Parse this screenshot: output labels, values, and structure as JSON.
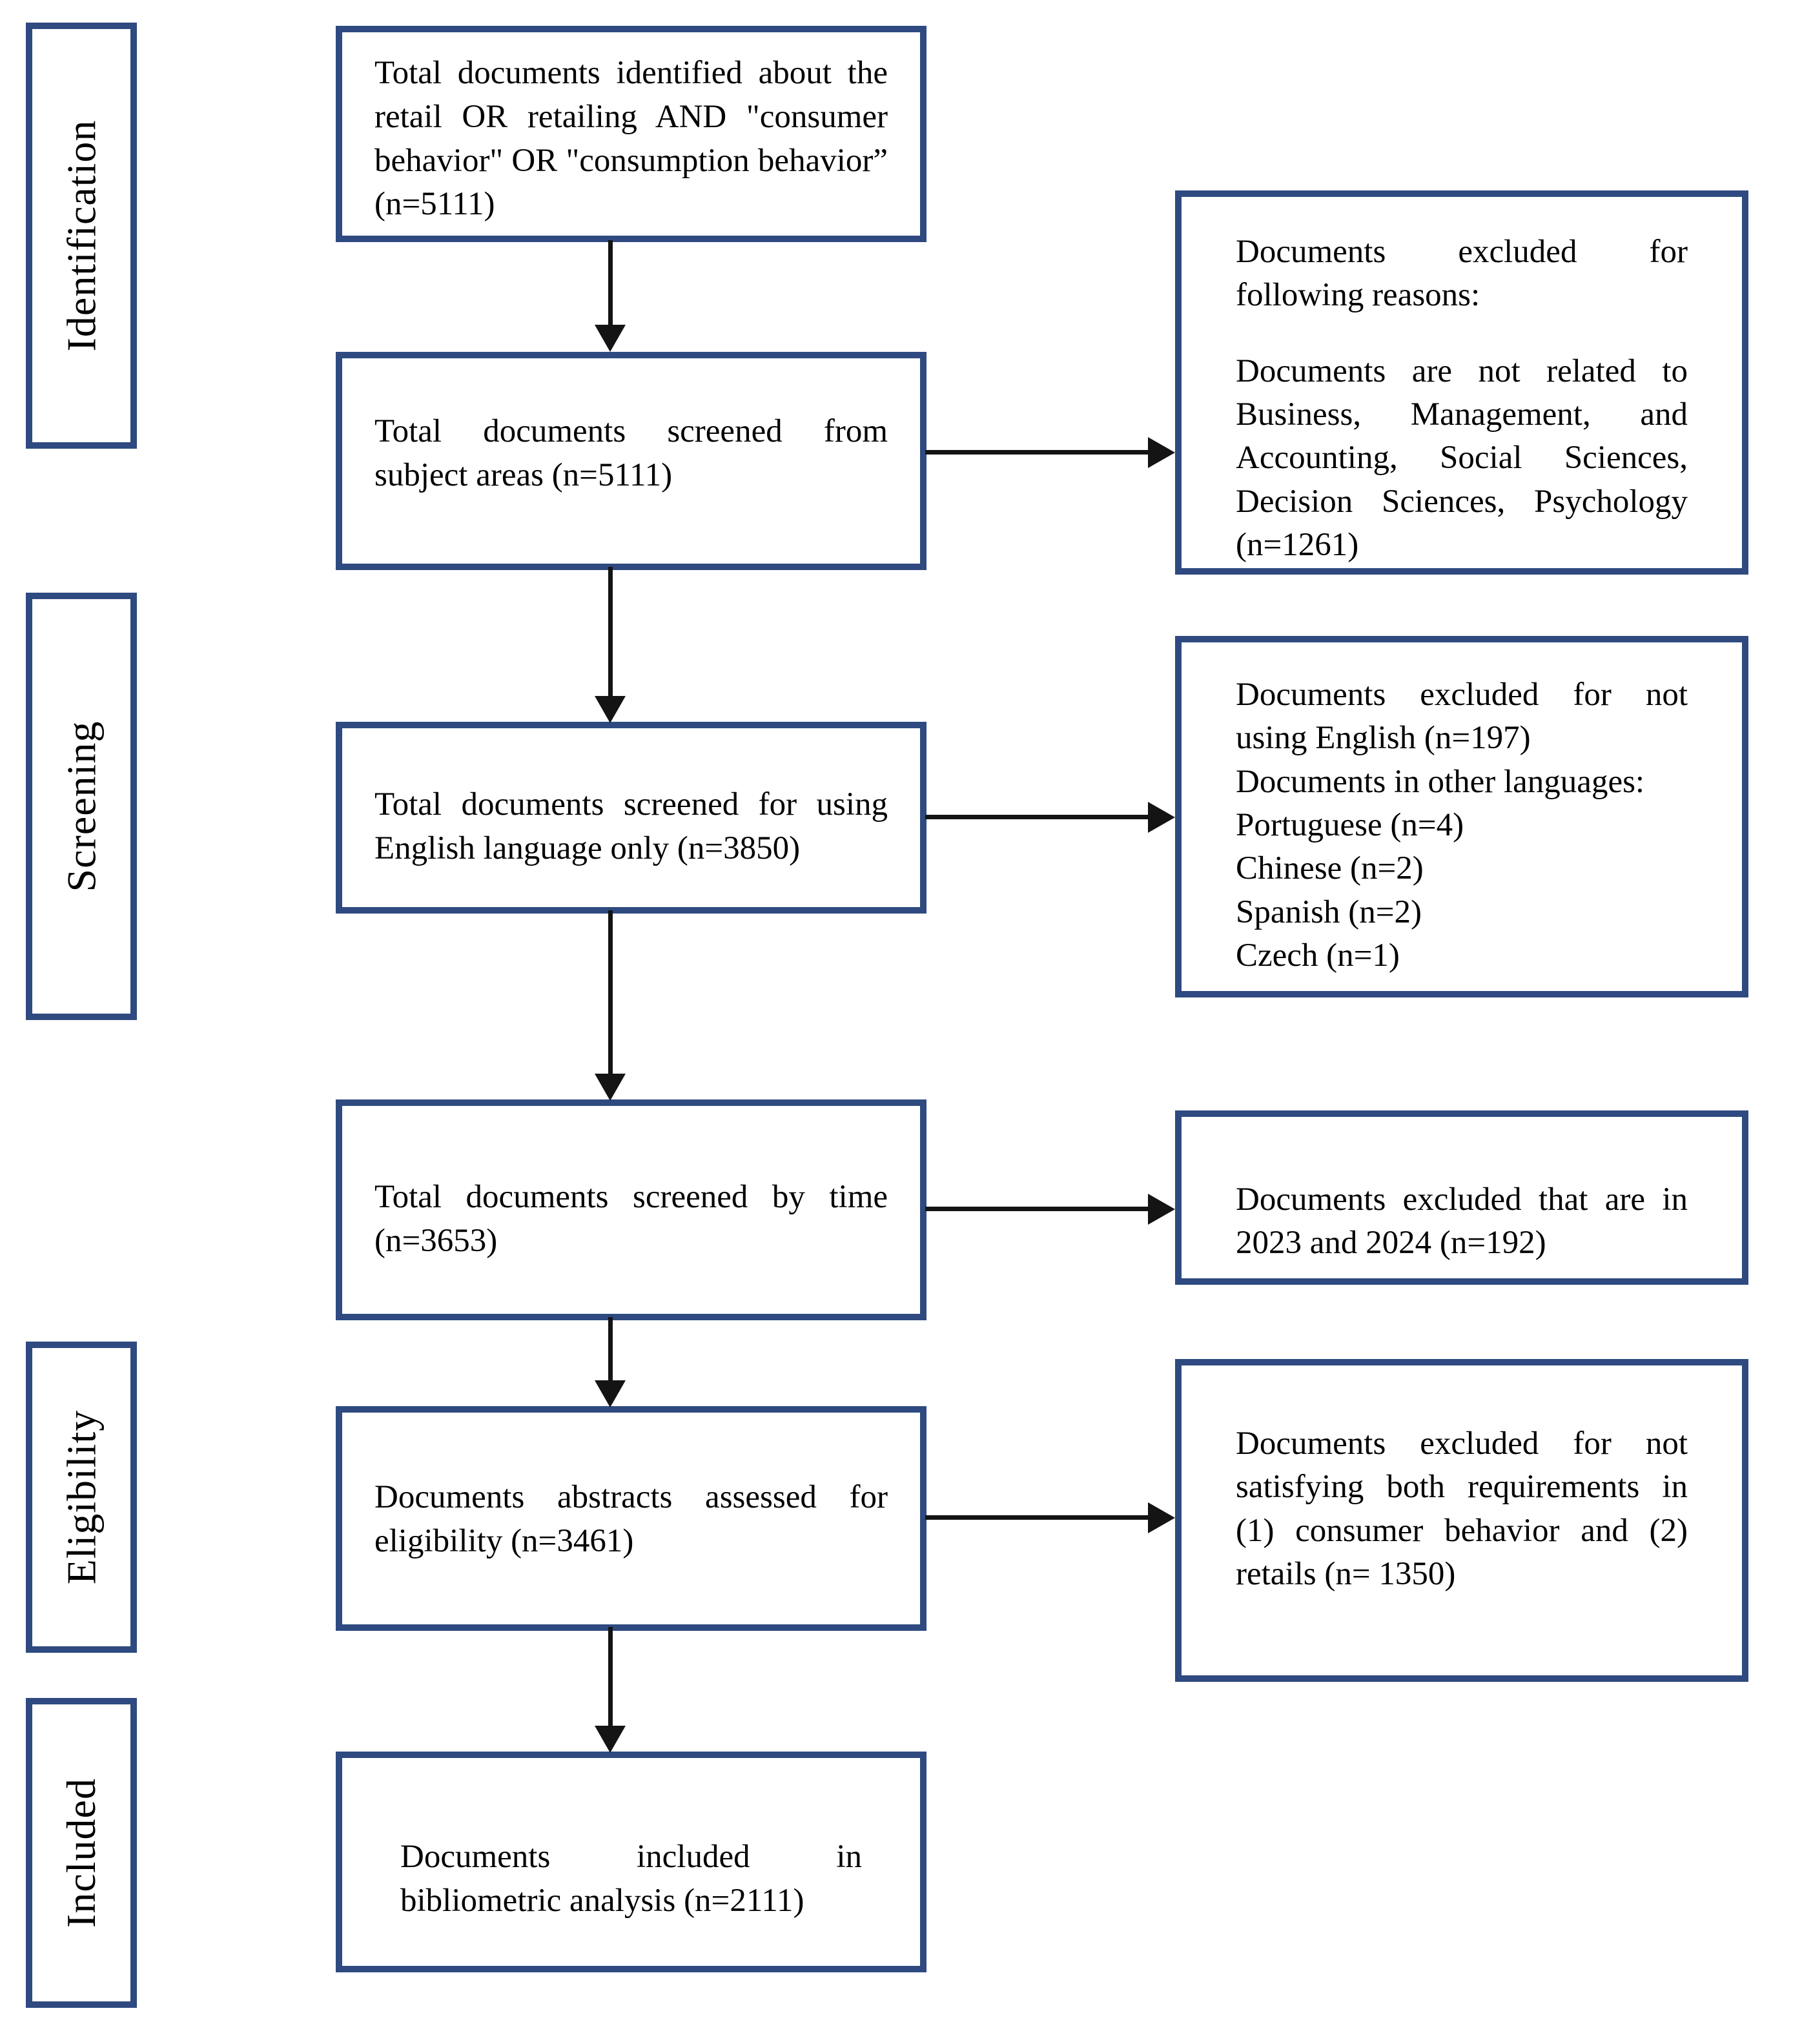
{
  "colors": {
    "box_border": "#2e4a80",
    "arrow": "#141414",
    "text": "#000000",
    "background": "#ffffff"
  },
  "stages": [
    {
      "label": "Identification"
    },
    {
      "label": "Screening"
    },
    {
      "label": "Eligibility"
    },
    {
      "label": "Included"
    }
  ],
  "flow": [
    {
      "text": "Total documents identified about the retail OR retailing AND \"consumer behavior\" OR \"consumption behavior” (n=5111)"
    },
    {
      "text": "Total documents screened from subject areas (n=5111)"
    },
    {
      "text": "Total documents screened for using English language only (n=3850)"
    },
    {
      "text": "Total documents screened by time (n=3653)"
    },
    {
      "text": "Documents abstracts assessed for eligibility (n=3461)"
    },
    {
      "text": "Documents included in bibliometric analysis (n=2111)"
    }
  ],
  "exclusions": [
    {
      "para1": "Documents excluded for following reasons:",
      "para2": "Documents are not related to Business, Management, and Accounting, Social Sciences, Decision Sciences, Psychology (n=1261)"
    },
    {
      "lines": [
        "Documents excluded for not using English (n=197)",
        "Documents in other languages:",
        "Portuguese (n=4)",
        "Chinese (n=2)",
        "Spanish (n=2)",
        "Czech (n=1)"
      ]
    },
    {
      "text": "Documents excluded that are in 2023 and 2024 (n=192)"
    },
    {
      "text": "Documents excluded for not satisfying both requirements in (1) consumer behavior and (2) retails (n= 1350)"
    }
  ]
}
